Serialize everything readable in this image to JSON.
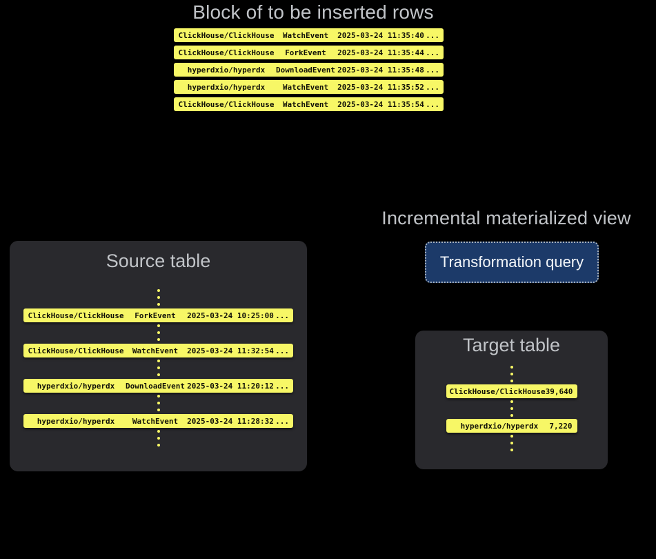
{
  "insert_block": {
    "title": "Block of to be inserted rows",
    "rows": [
      {
        "repo": "ClickHouse/ClickHouse",
        "event": "WatchEvent",
        "timestamp": "2025-03-24 11:35:40",
        "more": "..."
      },
      {
        "repo": "ClickHouse/ClickHouse",
        "event": "ForkEvent",
        "timestamp": "2025-03-24 11:35:44",
        "more": "..."
      },
      {
        "repo": "hyperdxio/hyperdx",
        "event": "DownloadEvent",
        "timestamp": "2025-03-24 11:35:48",
        "more": "..."
      },
      {
        "repo": "hyperdxio/hyperdx",
        "event": "WatchEvent",
        "timestamp": "2025-03-24 11:35:52",
        "more": "..."
      },
      {
        "repo": "ClickHouse/ClickHouse",
        "event": "WatchEvent",
        "timestamp": "2025-03-24 11:35:54",
        "more": "..."
      }
    ]
  },
  "source_table": {
    "title": "Source table",
    "rows": [
      {
        "repo": "ClickHouse/ClickHouse",
        "event": "ForkEvent",
        "timestamp": "2025-03-24 10:25:00",
        "more": "..."
      },
      {
        "repo": "ClickHouse/ClickHouse",
        "event": "WatchEvent",
        "timestamp": "2025-03-24 11:32:54",
        "more": "..."
      },
      {
        "repo": "hyperdxio/hyperdx",
        "event": "DownloadEvent",
        "timestamp": "2025-03-24 11:20:12",
        "more": "..."
      },
      {
        "repo": "hyperdxio/hyperdx",
        "event": "WatchEvent",
        "timestamp": "2025-03-24 11:28:32",
        "more": "..."
      }
    ]
  },
  "materialized_view": {
    "title": "Incremental materialized view",
    "button_label": "Transformation query"
  },
  "target_table": {
    "title": "Target table",
    "rows": [
      {
        "repo": "ClickHouse/ClickHouse",
        "value": "39,640"
      },
      {
        "repo": "hyperdxio/hyperdx",
        "value": "7,220"
      }
    ]
  },
  "colors": {
    "background": "#000000",
    "panel": "#29292d",
    "row_yellow": "#f7f766",
    "title_gray": "#c1c4c8",
    "button_blue": "#1c3a69",
    "button_border": "#a9b3bf",
    "button_text": "#f3f6f9",
    "row_text": "#121208"
  }
}
